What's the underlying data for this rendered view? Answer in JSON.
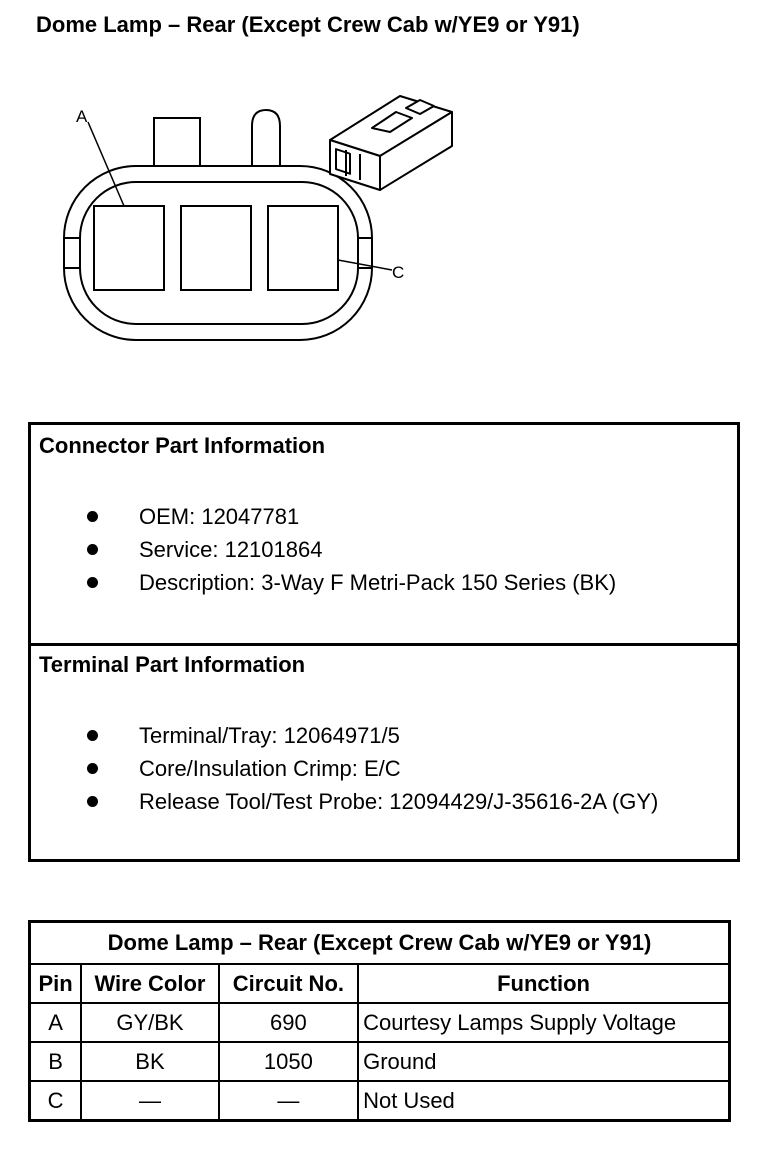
{
  "page_title": "Dome Lamp – Rear (Except Crew Cab w/YE9 or Y91)",
  "diagram": {
    "label_a": "A",
    "label_c": "C"
  },
  "connector_info": {
    "heading": "Connector Part Information",
    "items": [
      "OEM: 12047781",
      "Service: 12101864",
      "Description: 3-Way F Metri-Pack 150 Series (BK)"
    ]
  },
  "terminal_info": {
    "heading": "Terminal Part Information",
    "items": [
      "Terminal/Tray: 12064971/5",
      "Core/Insulation Crimp: E/C",
      "Release Tool/Test Probe: 12094429/J-35616-2A (GY)"
    ]
  },
  "pin_table": {
    "title": "Dome Lamp – Rear (Except Crew Cab w/YE9 or Y91)",
    "headers": [
      "Pin",
      "Wire Color",
      "Circuit No.",
      "Function"
    ],
    "rows": [
      [
        "A",
        "GY/BK",
        "690",
        "Courtesy Lamps Supply Voltage"
      ],
      [
        "B",
        "BK",
        "1050",
        "Ground"
      ],
      [
        "C",
        "—",
        "—",
        "Not Used"
      ]
    ]
  }
}
